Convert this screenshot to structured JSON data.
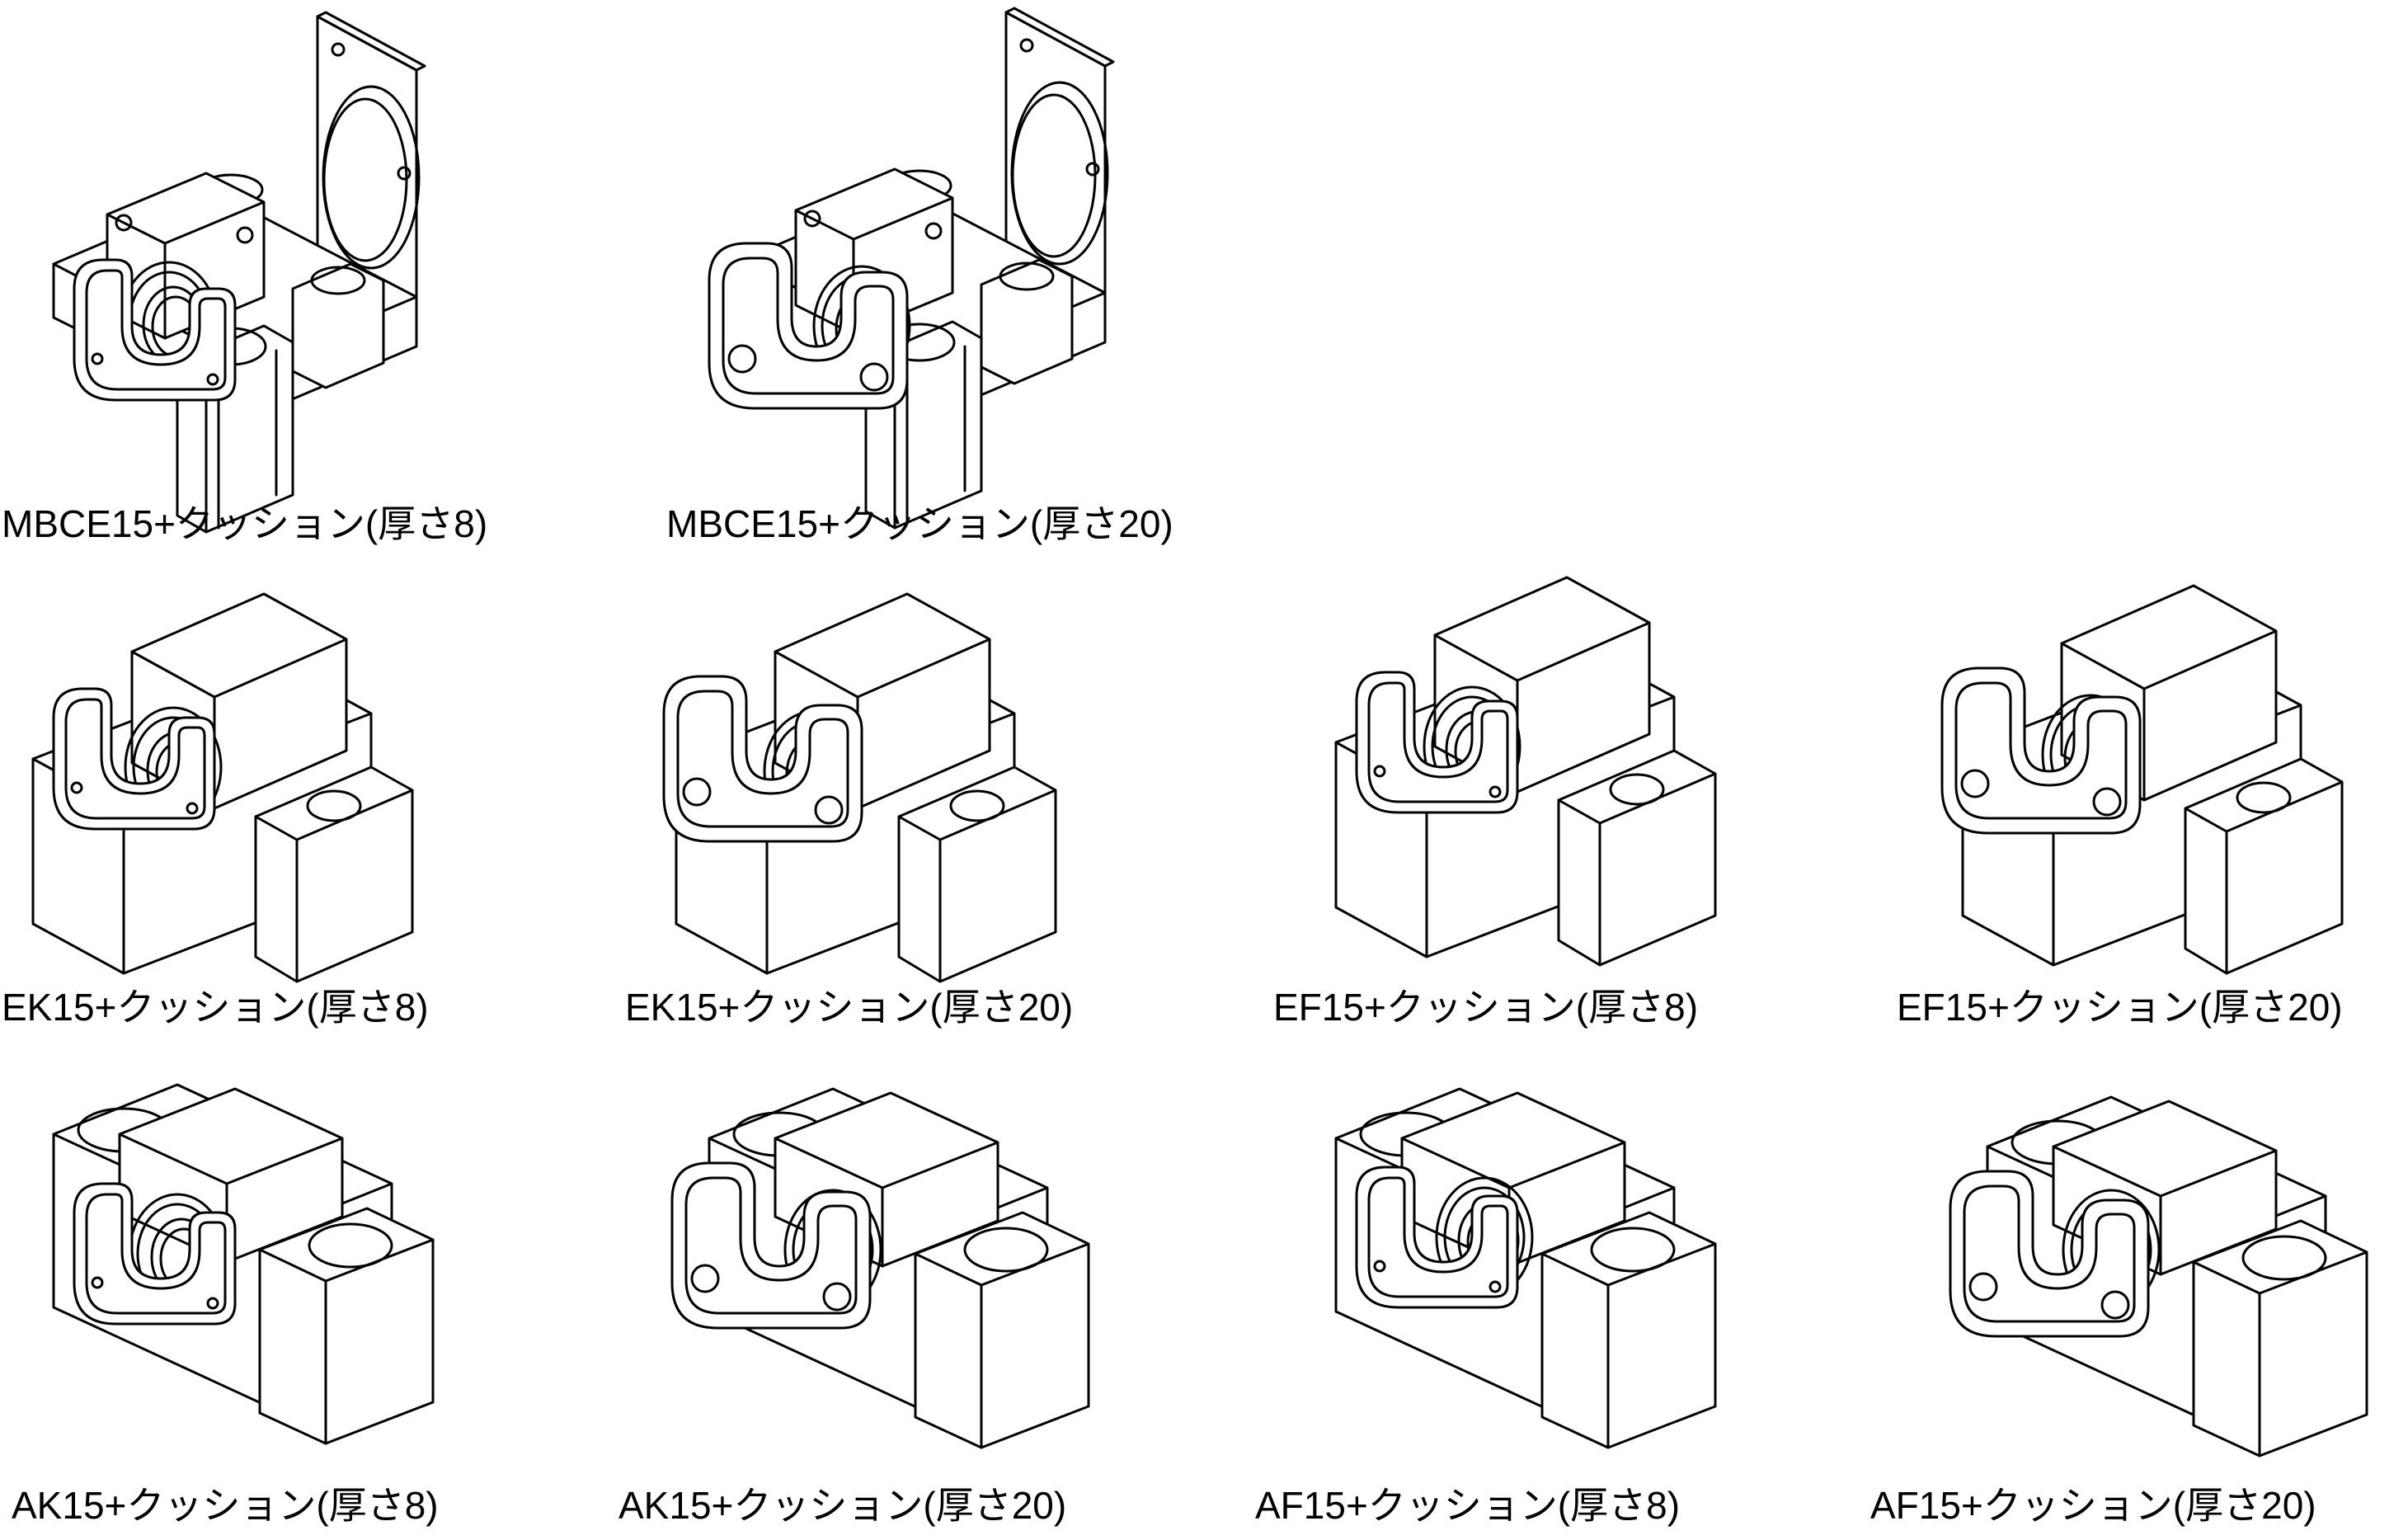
{
  "items": [
    {
      "label": "MBCE15+クッション(厚さ8)"
    },
    {
      "label": "MBCE15+クッション(厚さ20)"
    },
    {
      "label": "EK15+クッション(厚さ8)"
    },
    {
      "label": "EK15+クッション(厚さ20)"
    },
    {
      "label": "EF15+クッション(厚さ8)"
    },
    {
      "label": "EF15+クッション(厚さ20)"
    },
    {
      "label": "AK15+クッション(厚さ8)"
    },
    {
      "label": "AK15+クッション(厚さ20)"
    },
    {
      "label": "AF15+クッション(厚さ8)"
    },
    {
      "label": "AF15+クッション(厚さ20)"
    }
  ]
}
